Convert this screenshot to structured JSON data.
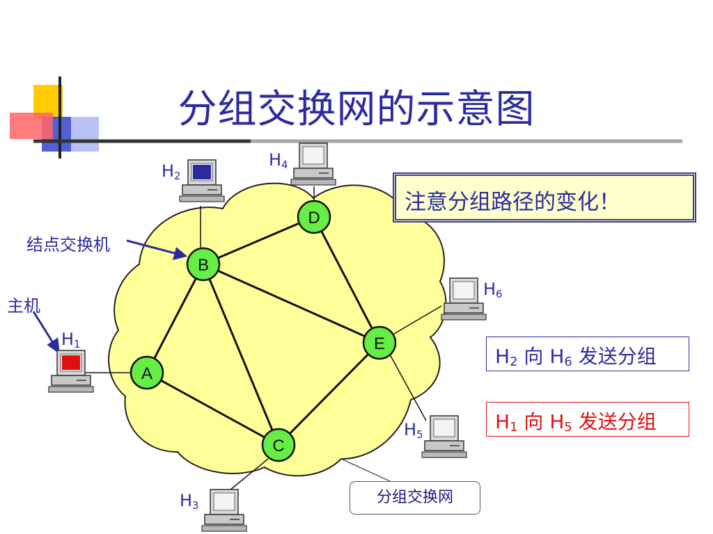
{
  "title": "分组交换网的示意图",
  "note": "注意分组路径的变化！",
  "labels": {
    "switch": "结点交换机",
    "host": "主机",
    "network": "分组交换网"
  },
  "nodes": [
    "A",
    "B",
    "C",
    "D",
    "E"
  ],
  "hosts": {
    "h1": {
      "letter": "H",
      "sub": "1"
    },
    "h2": {
      "letter": "H",
      "sub": "2"
    },
    "h3": {
      "letter": "H",
      "sub": "3"
    },
    "h4": {
      "letter": "H",
      "sub": "4"
    },
    "h5": {
      "letter": "H",
      "sub": "5"
    },
    "h6": {
      "letter": "H",
      "sub": "6"
    }
  },
  "legend_blue": {
    "h1": "H",
    "s1": "2",
    "mid": " 向 ",
    "h2": "H",
    "s2": "6",
    "tail": " 发送分组"
  },
  "legend_red": {
    "h1": "H",
    "s1": "1",
    "mid": " 向 ",
    "h2": "H",
    "s2": "5",
    "tail": " 发送分组"
  },
  "colors": {
    "title": "#2b2ba0",
    "cloud": "#ffff99",
    "node": "#66ee44",
    "blue_path": "#2b2ba0",
    "red_path": "#e01010"
  }
}
